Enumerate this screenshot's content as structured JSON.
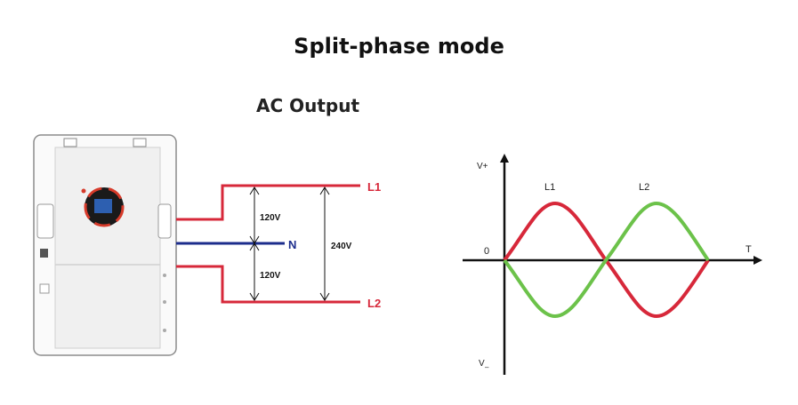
{
  "title": "Split-phase mode",
  "subtitle": "AC Output",
  "wiring": {
    "line1": "L1",
    "neutral": "N",
    "line2": "L2",
    "upper_voltage": "120V",
    "lower_voltage": "120V",
    "total_voltage": "240V"
  },
  "waveform": {
    "y_pos_label": "V+",
    "y_neg_label": "V",
    "y_neg_sub": "–",
    "origin_label": "0",
    "x_label": "T",
    "l1_label": "L1",
    "l2_label": "L2"
  },
  "colors": {
    "red": "#d7283a",
    "blue": "#1c2d8c",
    "green": "#6cc24a",
    "inverter_body": "#ececec",
    "frame": "#9a9a9a"
  }
}
